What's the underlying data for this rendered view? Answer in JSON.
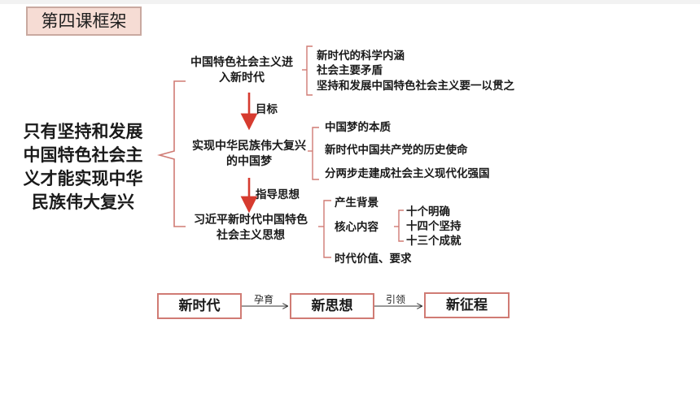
{
  "title": "第四课框架",
  "main": "只有坚持和发展中国特色社会主义才能实现中华民族伟大复兴",
  "nodes": {
    "n1": "中国特色社会主义进入新时代",
    "n2": "实现中华民族伟大复兴的中国梦",
    "n3": "习近平新时代中国特色社会主义思想"
  },
  "arrows": {
    "a1": "目标",
    "a2": "指导思想"
  },
  "group1": [
    "新时代的科学内涵",
    "社会主要矛盾",
    "坚持和发展中国特色社会主义要一以贯之"
  ],
  "group2": [
    "中国梦的本质",
    "新时代中国共产党的历史使命",
    "分两步走建成社会主义现代化强国"
  ],
  "group3": {
    "items": [
      "产生背景",
      "核心内容",
      "时代价值、要求"
    ],
    "sub": [
      "十个明确",
      "十四个坚持",
      "十三个成就"
    ]
  },
  "flow": {
    "boxes": [
      "新时代",
      "新思想",
      "新征程"
    ],
    "labels": [
      "孕育",
      "引领"
    ]
  },
  "colors": {
    "accent": "#d63b2f",
    "bracket": "#d07b74",
    "title_bg": "#f6dcd4"
  }
}
